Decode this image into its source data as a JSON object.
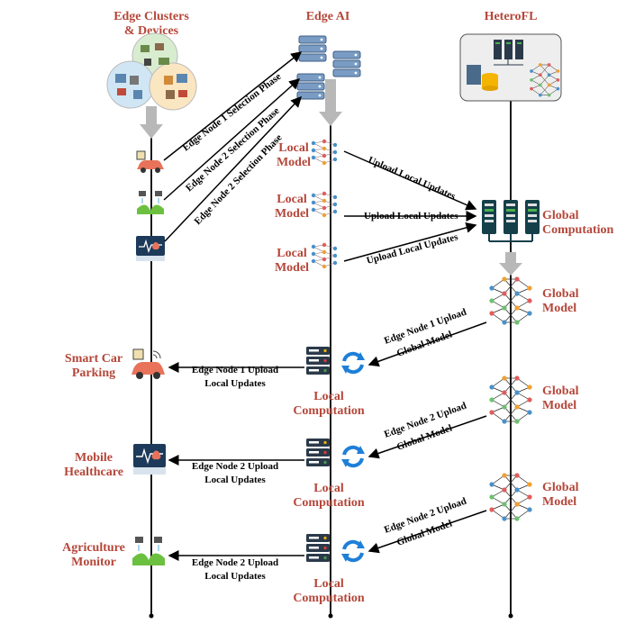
{
  "columns": {
    "edge_clusters": "Edge Clusters",
    "edge_clusters_2": "& Devices",
    "edge_ai": "Edge AI",
    "heterofl": "HeteroFL"
  },
  "selection_labels": [
    "Edge Node 1 Selection Phase",
    "Edge Node 2 Selection Phase",
    "Edge Node 2 Selection Phase"
  ],
  "local_model_label": [
    "Local",
    "Model"
  ],
  "upload_label": "Upload Local Updates",
  "global_computation": [
    "Global",
    "Computation"
  ],
  "global_model": [
    "Global",
    "Model"
  ],
  "devices": [
    [
      "Smart Car",
      "Parking"
    ],
    [
      "Mobile",
      "Healthcare"
    ],
    [
      "Agriculture",
      "Monitor"
    ]
  ],
  "device_upload_labels": [
    [
      "Edge Node 1 Upload",
      "Local Updates"
    ],
    [
      "Edge Node 2 Upload",
      "Local Updates"
    ],
    [
      "Edge Node 2 Upload",
      "Local Updates"
    ]
  ],
  "local_computation": [
    "Local",
    "Computation"
  ],
  "global_model_upload_labels": [
    [
      "Edge Node 1 Upload",
      "Global Model"
    ],
    [
      "Edge Node 2 Upload",
      "Global Model"
    ],
    [
      "Edge Node 2 Upload",
      "Global Model"
    ]
  ],
  "colors": {
    "accent_red": "#b5473a",
    "server_dark": "#2b3a4a",
    "refresh_blue": "#1e7fd8",
    "arrow_gray": "#b8b8b8"
  }
}
